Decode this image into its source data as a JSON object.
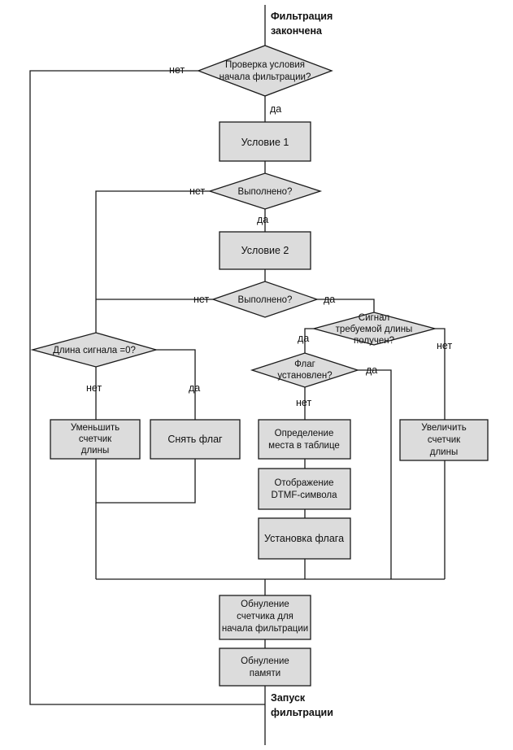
{
  "terminals": {
    "start": [
      "Фильтрация",
      "закончена"
    ],
    "end": [
      "Запуск",
      "фильтрации"
    ]
  },
  "decisions": {
    "check_start": [
      "Проверка условия",
      "начала фильтрации?"
    ],
    "done1": [
      "Выполнено?"
    ],
    "done2": [
      "Выполнено?"
    ],
    "length_zero": [
      "Длина сигнала =0?"
    ],
    "signal_received": [
      "Сигнал",
      "требуемой длины",
      "получен?"
    ],
    "flag_set": [
      "Флаг",
      "установлен?"
    ]
  },
  "processes": {
    "cond1": [
      "Условие 1"
    ],
    "cond2": [
      "Условие 2"
    ],
    "decrement": [
      "Уменьшить",
      "счетчик",
      "длины"
    ],
    "clear_flag": [
      "Снять флаг"
    ],
    "locate": [
      "Определение",
      "места в таблице"
    ],
    "display": [
      "Отображение",
      "DTMF-символа"
    ],
    "set_flag": [
      "Установка флага"
    ],
    "increment": [
      "Увеличить",
      "счетчик",
      "длины"
    ],
    "reset_counter": [
      "Обнуление",
      "счетчика для",
      "начала фильтрации"
    ],
    "reset_memory": [
      "Обнуление",
      "памяти"
    ]
  },
  "labels": {
    "check_no": "нет",
    "check_yes": "да",
    "done1_no": "нет",
    "done1_yes": "да",
    "done2_no": "нет",
    "done2_yes": "да",
    "length_no": "нет",
    "length_yes": "да",
    "signal_yes": "да",
    "signal_no": "нет",
    "flag_yes": "да",
    "flag_no": "нет"
  }
}
